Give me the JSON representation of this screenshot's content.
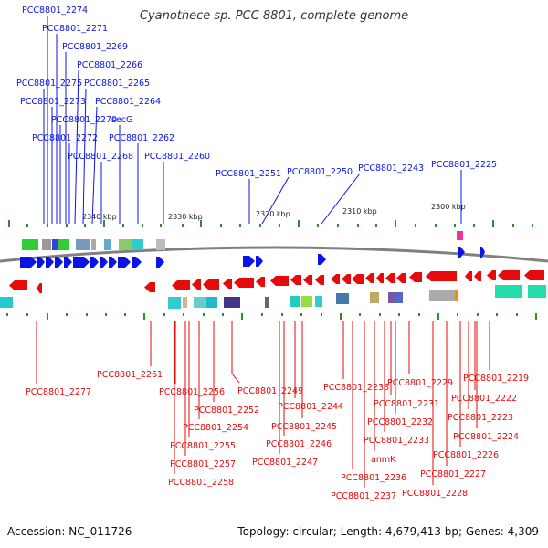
{
  "title": "Cyanothece sp. PCC 8801, complete genome",
  "accession": "Accession: NC_011726",
  "topology": "Topology: circular; Length: 4,679,413 bp; Genes: 4,309",
  "colors": {
    "forward": "#0a14e6",
    "reverse": "#e60a0a",
    "backbone": "#808080",
    "tick": "#2e8b2e"
  },
  "scale_ticks": [
    {
      "label": "2340 kbp",
      "bp": 2340000
    },
    {
      "label": "2330 kbp",
      "bp": 2330000
    },
    {
      "label": "2320 kbp",
      "bp": 2320000
    },
    {
      "label": "2310 kbp",
      "bp": 2310000
    },
    {
      "label": "2300 kbp",
      "bp": 2300000
    }
  ],
  "forward_labels": [
    "PCC8801_2274",
    "PCC8801_2271",
    "PCC8801_2269",
    "PCC8801_2266",
    "PCC8801_2275",
    "PCC8801_2265",
    "PCC8801_2273",
    "PCC8801_2264",
    "PCC8801_2270",
    "secG",
    "PCC8801_2272",
    "PCC8801_2262",
    "PCC8801_2268",
    "PCC8801_2260",
    "PCC8801_2251",
    "PCC8801_2250",
    "PCC8801_2243",
    "PCC8801_2225"
  ],
  "reverse_labels": [
    "PCC8801_2277",
    "PCC8801_2261",
    "PCC8801_2256",
    "PCC8801_2252",
    "PCC8801_2254",
    "PCC8801_2255",
    "PCC8801_2257",
    "PCC8801_2258",
    "PCC8801_2249",
    "PCC8801_2244",
    "PCC8801_2245",
    "PCC8801_2246",
    "PCC8801_2247",
    "PCC8801_2238",
    "PCC8801_2236",
    "PCC8801_2237",
    "PCC8801_2229",
    "PCC8801_2231",
    "PCC8801_2232",
    "PCC8801_2233",
    "anmK",
    "PCC8801_2219",
    "PCC8801_2222",
    "PCC8801_2223",
    "PCC8801_2224",
    "PCC8801_2226",
    "PCC8801_2227",
    "PCC8801_2228"
  ]
}
